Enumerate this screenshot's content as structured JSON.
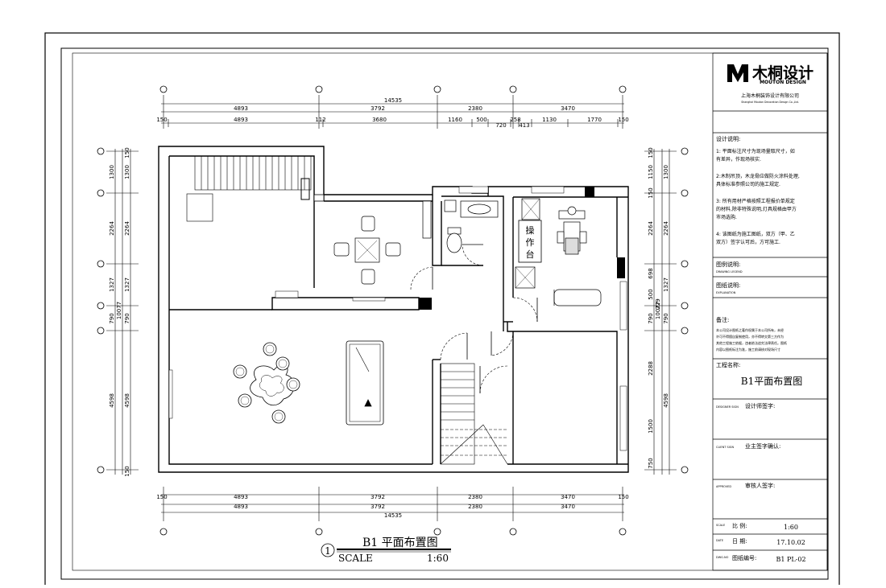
{
  "dimensions": {
    "top_total": "14535",
    "top_row1": [
      "4893",
      "3792",
      "2380",
      "3470"
    ],
    "top_row2": [
      "150",
      "4893",
      "112",
      "3680",
      "1160",
      "500",
      "720",
      "258",
      "413",
      "1130",
      "1770",
      "150"
    ],
    "bottom_row1": [
      "150",
      "4893",
      "3792",
      "2380",
      "3470",
      "150"
    ],
    "bottom_row2": [
      "4893",
      "3792",
      "2380",
      "3470"
    ],
    "bottom_total": "14535",
    "left_outer": [
      "150",
      "1300",
      "2264",
      "1327",
      "790",
      "4598",
      "150"
    ],
    "left_inner": [
      "1300",
      "2264",
      "1327",
      "790",
      "4598"
    ],
    "left_total": "10077",
    "right_outer": [
      "1150",
      "1300",
      "2264",
      "1327",
      "790",
      "4598",
      "150"
    ],
    "right_inner": [
      "150",
      "1150",
      "150",
      "2264",
      "698",
      "500",
      "229",
      "790",
      "2288",
      "1500",
      "750"
    ],
    "right_total": "10077"
  },
  "rooms": {
    "operation_counter": [
      "操",
      "作",
      "台"
    ]
  },
  "drawing_title": {
    "number": "1",
    "name": "B1  平面布置图",
    "scale_label": "SCALE",
    "scale_value": "1:60"
  },
  "title_block": {
    "company_logo_cn": "木桐设计",
    "company_logo_en": "MOUTON DESIGN",
    "company_name": "上海木桐装饰设计有限公司",
    "company_name_en": "Shanghai Mouton Decoration Design Co.,Ltd.",
    "design_notes_title": "设计说明:",
    "design_notes": [
      "1: 平面标注尺寸为现场量取尺寸，如",
      "有差异，作现场核实.",
      "",
      "2:木制吊顶，木龙骨应做防火涂料处理,",
      "具体标准参照公司的施工规定.",
      "",
      "3: 所有用材严格按照工程报价单规定",
      "的材料,除非特殊说明,灯具规格由甲方",
      "市场选购.",
      "",
      "4: 该图纸为施工图纸，双方（甲、乙",
      "双方）签字认可后，方可施工."
    ],
    "legend_title": "图例说明:",
    "legend_sub": "DRAWING LEGEND",
    "explanation_title": "图纸说明:",
    "explanation_sub": "EXPLANATION",
    "remarks_title": "备注:",
    "remarks": [
      "本公司设计图纸之著作权属于本公司所有，未经",
      "许可不得擅自复制使用，亦不得转交第三方作为",
      "其他工程施工依据，违者依法追究法律责任。图纸",
      "内容以图纸标注为准，施工前请核对现场尺寸"
    ],
    "project_title": "工程名称:",
    "project_name": "B1平面布置图",
    "designer_en": "DESIGNER SIGN",
    "designer_label": "设计师签字:",
    "client_en": "CLIENT SIGN",
    "client_label": "业主签字确认:",
    "approve_en": "APPROVED",
    "approve_label": "审核人签字:",
    "scale_en": "SCALE",
    "scale_label": "比  例:",
    "scale_value": "1:60",
    "date_en": "DATE",
    "date_label": "日  期:",
    "date_value": "17.10.02",
    "drawing_no_en": "DWG.NO",
    "drawing_no_label": "图纸编号:",
    "drawing_no_value": "B1 PL-02"
  }
}
